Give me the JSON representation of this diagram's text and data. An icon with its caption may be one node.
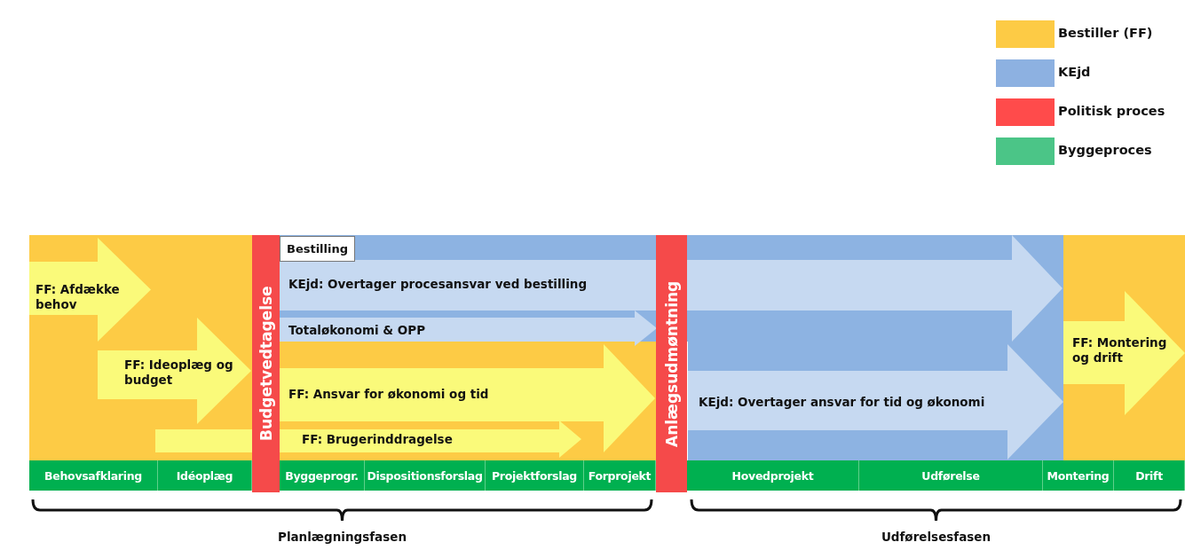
{
  "diagram": {
    "nodes": [
      {
        "text": [
          "FF: Afdække behov"
        ]
      },
      {
        "text": [
          "FF: Ideoplæg og budget"
        ]
      },
      {
        "text": [
          "Budgetvedtagelse"
        ]
      },
      {
        "text": [
          "Bestilling"
        ]
      },
      {
        "text": [
          "KEjd: Overtager procesansvar ved bestilling"
        ]
      },
      {
        "text": [
          "Totaløkonomi & OPP"
        ]
      },
      {
        "text": [
          "FF: Ansvar for økonomi og tid"
        ]
      },
      {
        "text": [
          "FF: Brugerinddragelse"
        ]
      },
      {
        "text": [
          "Anlægsudmøntning"
        ]
      },
      {
        "text": [
          "KEjd: Overtager ansvar for tid og økonomi"
        ]
      },
      {
        "text": [
          "FF: Montering og drift"
        ]
      },
      {
        "text": [
          "Behovsafklaring"
        ]
      },
      {
        "text": [
          "Idéoplæg"
        ]
      },
      {
        "text": [
          "Byggeprogr."
        ]
      },
      {
        "text": [
          "Dispositionsforslag"
        ]
      },
      {
        "text": [
          "Projektforslag"
        ]
      },
      {
        "text": [
          "Forprojekt"
        ]
      },
      {
        "text": [
          "Hovedprojekt"
        ]
      },
      {
        "text": [
          "Udførelse"
        ]
      },
      {
        "text": [
          "Montering"
        ]
      },
      {
        "text": [
          "Drift"
        ]
      }
    ],
    "labels": [
      "Planlægningsfasen",
      "Udførelsesfasen"
    ],
    "legend": [
      {
        "text": "Bestiller (FF)",
        "color": "#fdcb45"
      },
      {
        "text": "KEjd",
        "color": "#8db1e1"
      },
      {
        "text": "Politisk proces",
        "color": "#ff4b4b"
      },
      {
        "text": "Byggeproces",
        "color": "#4bc587"
      }
    ]
  }
}
